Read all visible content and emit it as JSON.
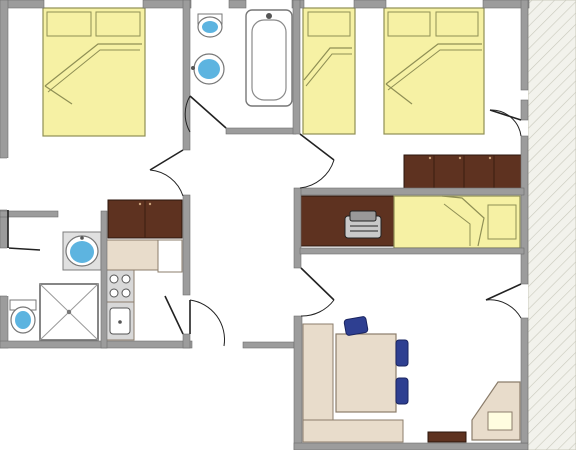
{
  "plan": {
    "rooms": [
      {
        "id": "bedroom-1",
        "type": "bedroom"
      },
      {
        "id": "bathroom-1",
        "type": "bathroom"
      },
      {
        "id": "bedroom-2",
        "type": "bedroom"
      },
      {
        "id": "hallway",
        "type": "hallway"
      },
      {
        "id": "bathroom-2",
        "type": "bathroom"
      },
      {
        "id": "kitchenette",
        "type": "kitchen"
      },
      {
        "id": "living-room",
        "type": "living room"
      },
      {
        "id": "dining-area",
        "type": "dining"
      },
      {
        "id": "balcony",
        "type": "terrace"
      }
    ],
    "colors": {
      "wall": "#9c9c9c",
      "wall_edge": "#6f6f6f",
      "floor": "#ffffff",
      "bed": "#f6f1a4",
      "bed_edge": "#8f8f55",
      "wood": "#5e3220",
      "counter": "#e8dccb",
      "counter_edge": "#8b7d6b",
      "fixture": "#5db4e0",
      "chair": "#2e3f91",
      "terrace": "#f2f2ec",
      "terrace_hatch": "#c9c9bc"
    }
  }
}
